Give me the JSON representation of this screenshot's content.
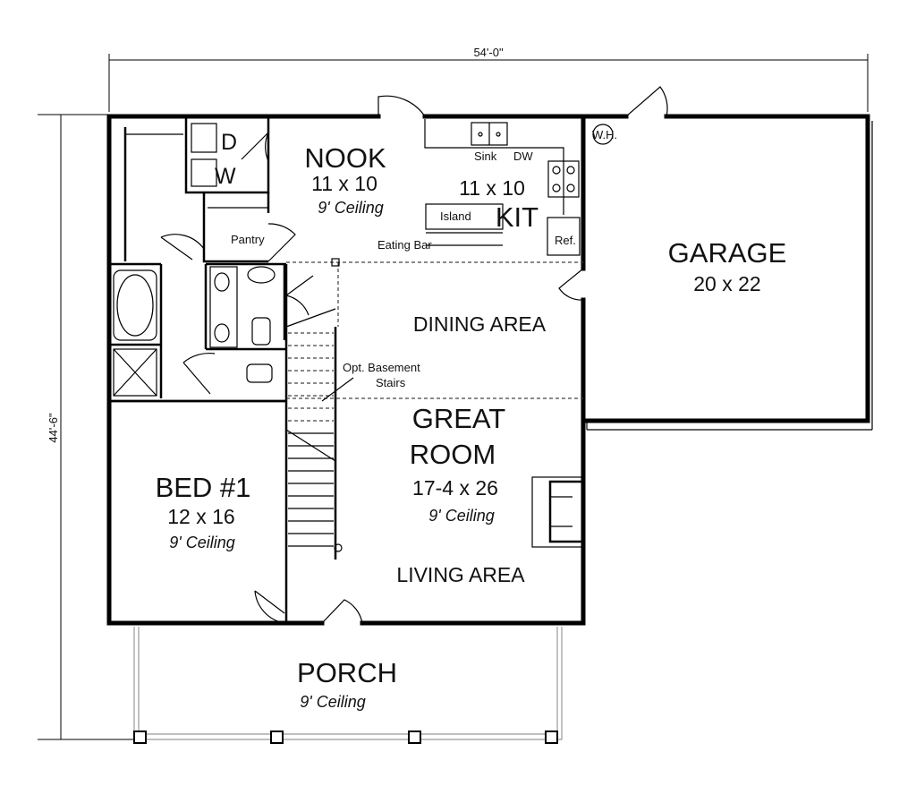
{
  "dimensions": {
    "width": "54'-0\"",
    "depth": "44'-6\""
  },
  "rooms": {
    "nook": {
      "name": "NOOK",
      "size": "11 x 10",
      "ceiling": "9' Ceiling"
    },
    "kitchen": {
      "name": "KIT",
      "size": "11 x 10"
    },
    "garage": {
      "name": "GARAGE",
      "size": "20 x 22"
    },
    "dining": {
      "name": "DINING AREA"
    },
    "great_room": {
      "name_line1": "GREAT",
      "name_line2": "ROOM",
      "size": "17-4 x 26",
      "ceiling": "9' Ceiling"
    },
    "living": {
      "name": "LIVING AREA"
    },
    "bed1": {
      "name": "BED #1",
      "size": "12 x 16",
      "ceiling": "9' Ceiling"
    },
    "porch": {
      "name": "PORCH",
      "ceiling": "9' Ceiling"
    }
  },
  "fixtures": {
    "dryer": "D",
    "washer": "W",
    "pantry": "Pantry",
    "sink": "Sink",
    "dishwasher": "DW",
    "water_heater": "W.H.",
    "island": "Island",
    "eating_bar": "Eating Bar",
    "refrigerator": "Ref.",
    "basement_note_line1": "Opt. Basement",
    "basement_note_line2": "Stairs"
  }
}
